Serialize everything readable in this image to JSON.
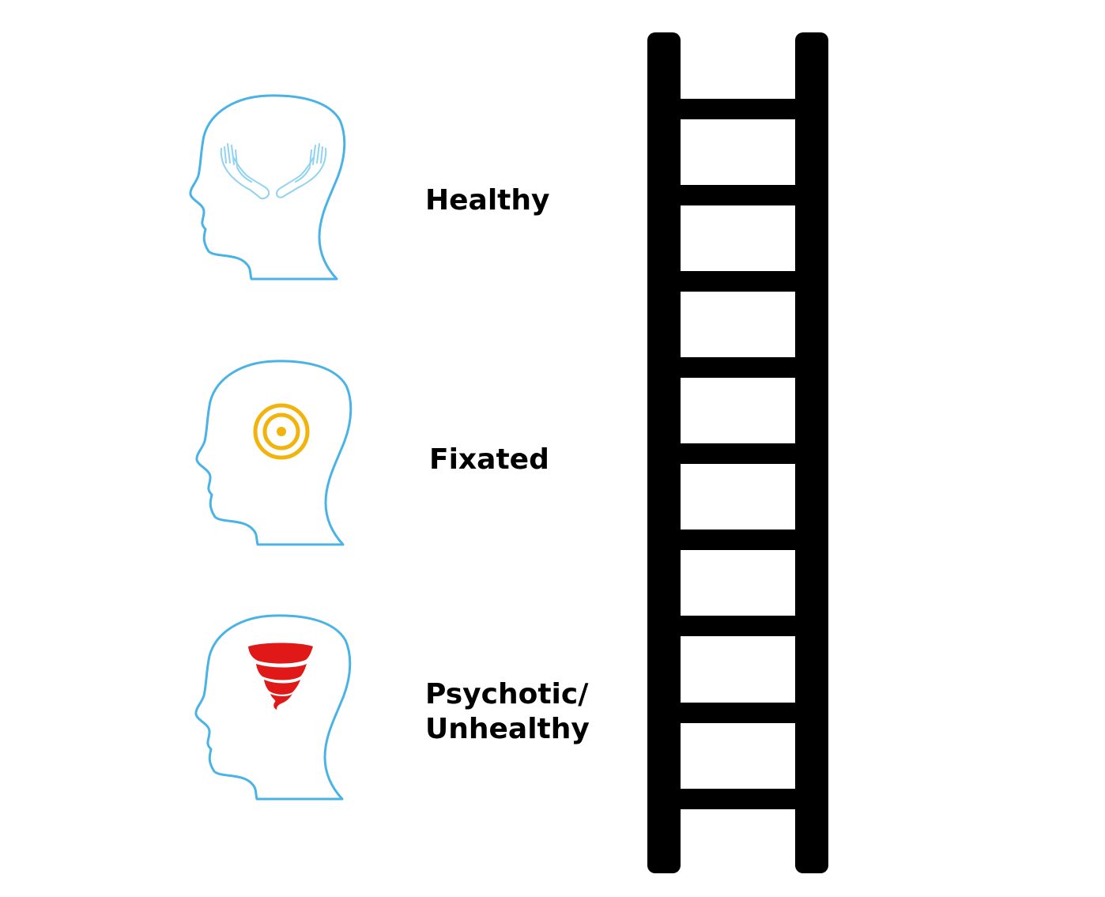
{
  "levels": [
    {
      "label": "Healthy",
      "icon": "open-hands-icon",
      "outline_color": "#4ab3e6",
      "icon_color": "#8fd3f2"
    },
    {
      "label": "Fixated",
      "icon": "target-icon",
      "outline_color": "#4ab3e6",
      "icon_color": "#f2b40c"
    },
    {
      "label_line1": "Psychotic/",
      "label_line2": "Unhealthy",
      "icon": "tornado-icon",
      "outline_color": "#4ab3e6",
      "icon_color": "#e01818"
    }
  ],
  "ladder": {
    "rungs": 9,
    "color": "#000000"
  }
}
